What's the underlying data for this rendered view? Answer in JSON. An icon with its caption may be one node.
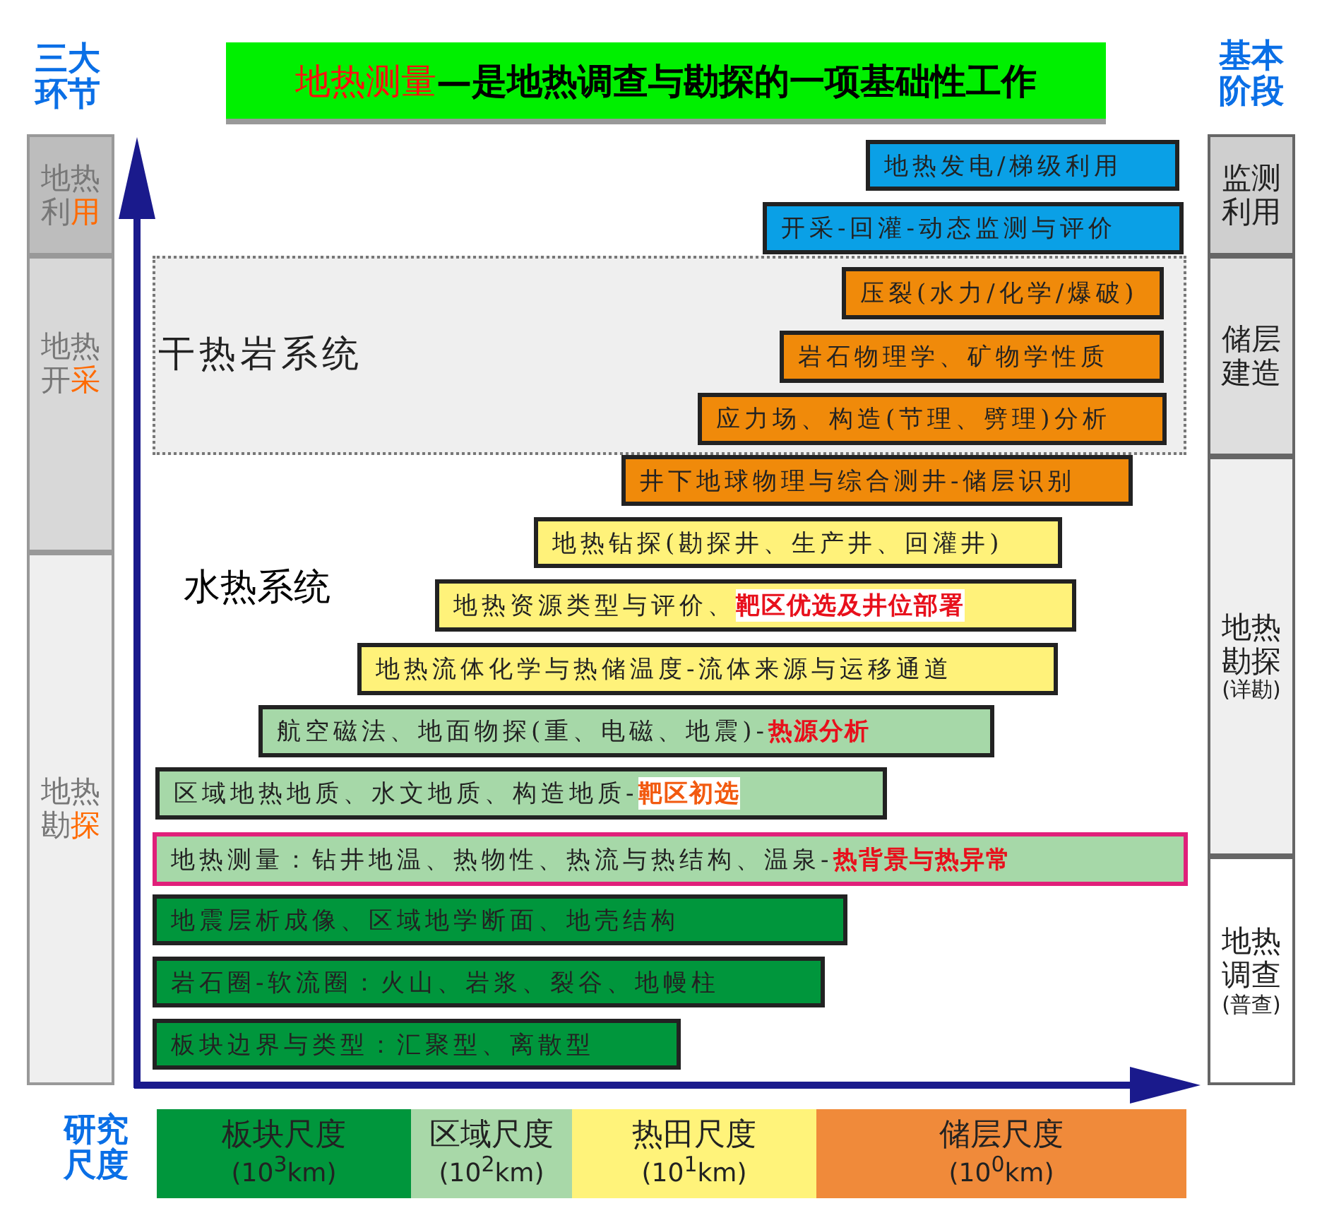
{
  "diagram": {
    "nodes": [
      {
        "text": [
          "地热测量",
          "—是地热调查与勘探的一项基础性工作"
        ]
      },
      {
        "text": [
          "地热利用"
        ]
      },
      {
        "text": [
          "地热开采"
        ]
      },
      {
        "text": [
          "地热勘探"
        ]
      },
      {
        "text": [
          "监测利用"
        ]
      },
      {
        "text": [
          "储层建造"
        ]
      },
      {
        "text": [
          "地热勘探",
          "(详勘)"
        ]
      },
      {
        "text": [
          "地热调查",
          "(普查)"
        ]
      },
      {
        "text": [
          "地热发电/梯级利用"
        ]
      },
      {
        "text": [
          "开采-回灌-动态监测与评价"
        ]
      },
      {
        "text": [
          "干热岩系统"
        ]
      },
      {
        "text": [
          "压裂(水力/化学/爆破)"
        ],
        "in": 10
      },
      {
        "text": [
          "岩石物理学、矿物学性质"
        ],
        "in": 10
      },
      {
        "text": [
          "应力场、构造(节理、劈理)分析"
        ],
        "in": 10
      },
      {
        "text": [
          "井下地球物理与综合测井-储层识别"
        ]
      },
      {
        "text": [
          "地热钻探(勘探井、生产井、回灌井)"
        ]
      },
      {
        "text": [
          "地热资源类型与评价、",
          "靶区优选及井位部署"
        ]
      },
      {
        "text": [
          "地热流体化学与热储温度-流体来源与运移通道"
        ]
      },
      {
        "text": [
          "航空磁法、地面物探(重、电磁、地震)-",
          "热源分析"
        ]
      },
      {
        "text": [
          "区域地热地质、水文地质、构造地质-",
          "靶区初选"
        ]
      },
      {
        "text": [
          "地热测量：钻井地温、热物性、热流与热结构、温泉-",
          "热背景与热异常"
        ]
      },
      {
        "text": [
          "地震层析成像、区域地学断面、地壳结构"
        ]
      },
      {
        "text": [
          "岩石圈-软流圈：火山、岩浆、裂谷、地幔柱"
        ]
      },
      {
        "text": [
          "板块边界与类型：汇聚型、离散型"
        ]
      },
      {
        "text": [
          "板块尺度",
          "(10$^{3}$km)"
        ]
      },
      {
        "text": [
          "区域尺度",
          "(10$^{2}$km)"
        ]
      },
      {
        "text": [
          "热田尺度",
          "(10$^{1}$km)"
        ]
      },
      {
        "text": [
          "储层尺度",
          "(10$^{0}$km)"
        ]
      }
    ],
    "labels": [
      "三大环节",
      "基本阶段",
      "水热系统",
      "研究尺度"
    ]
  }
}
